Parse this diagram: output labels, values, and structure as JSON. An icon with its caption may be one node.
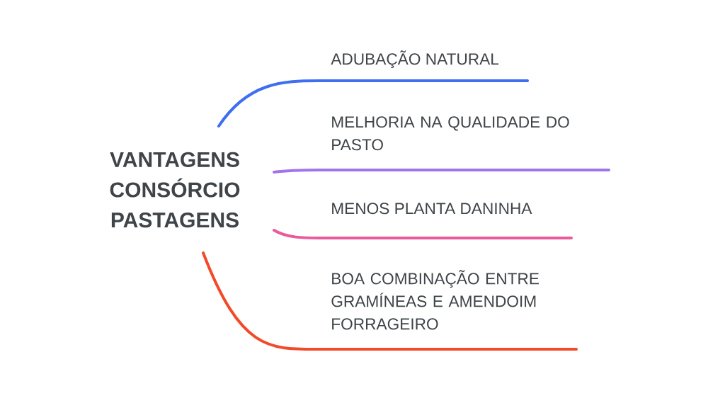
{
  "diagram": {
    "nodes": [
      {
        "text": [
          "VANTAGENS CONSÓRCIO PASTAGENS"
        ]
      },
      {
        "text": [
          "ADUBAÇÃO NATURAL"
        ]
      },
      {
        "text": [
          "MELHORIA NA QUALIDADE DO PASTO"
        ]
      },
      {
        "text": [
          "MENOS PLANTA DANINHA"
        ]
      },
      {
        "text": [
          "BOA COMBINAÇÃO ENTRE GRAMÍNEAS E AMENDOIM FORRAGEIRO"
        ]
      }
    ],
    "edges": [
      {
        "from": 0,
        "to": 1,
        "arrow": "none",
        "color": "#3f6ef0"
      },
      {
        "from": 0,
        "to": 2,
        "arrow": "none",
        "color": "#a274ec"
      },
      {
        "from": 0,
        "to": 3,
        "arrow": "none",
        "color": "#ea5a9c"
      },
      {
        "from": 0,
        "to": 4,
        "arrow": "none",
        "color": "#f24a2a"
      }
    ]
  }
}
